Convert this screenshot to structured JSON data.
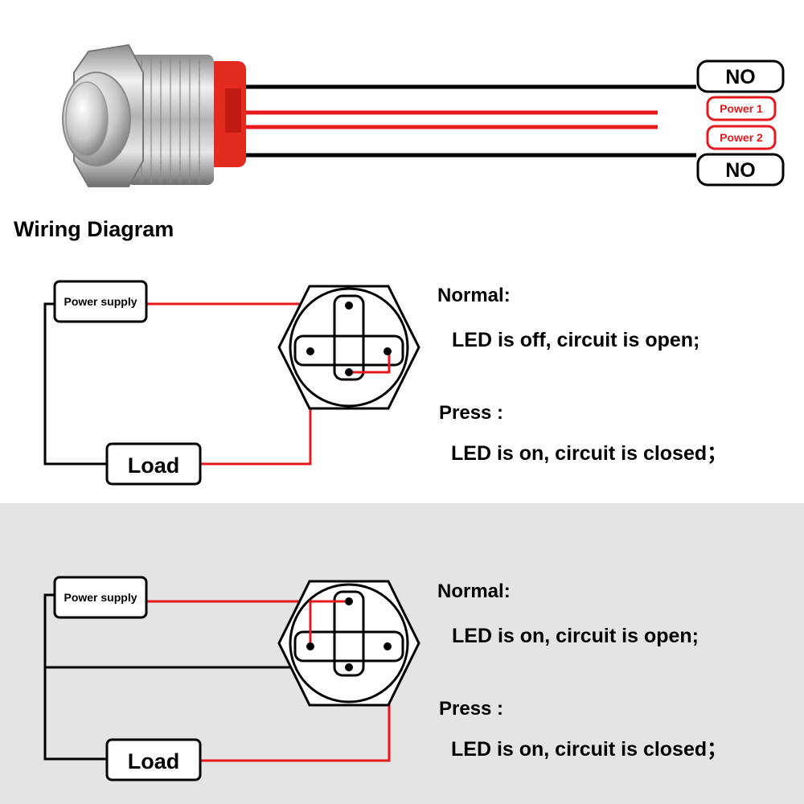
{
  "photo": {
    "wire_labels": {
      "top": "NO",
      "power1": "Power 1",
      "power2": "Power 2",
      "bottom": "NO"
    }
  },
  "diagram_title": "Wiring Diagram",
  "diagrams": [
    {
      "power_supply_label": "Power supply",
      "load_label": "Load",
      "normal_heading": "Normal:",
      "normal_text": "LED is off, circuit is open;",
      "press_heading": "Press :",
      "press_text": "LED is on, circuit is closed；"
    },
    {
      "power_supply_label": "Power supply",
      "load_label": "Load",
      "normal_heading": "Normal:",
      "normal_text": "LED is on, circuit is open;",
      "press_heading": "Press :",
      "press_text": "LED is on, circuit is closed；"
    }
  ],
  "colors": {
    "wire_red": "#e5191e",
    "wire_black": "#000000",
    "background_band": "#e4e4e4"
  }
}
